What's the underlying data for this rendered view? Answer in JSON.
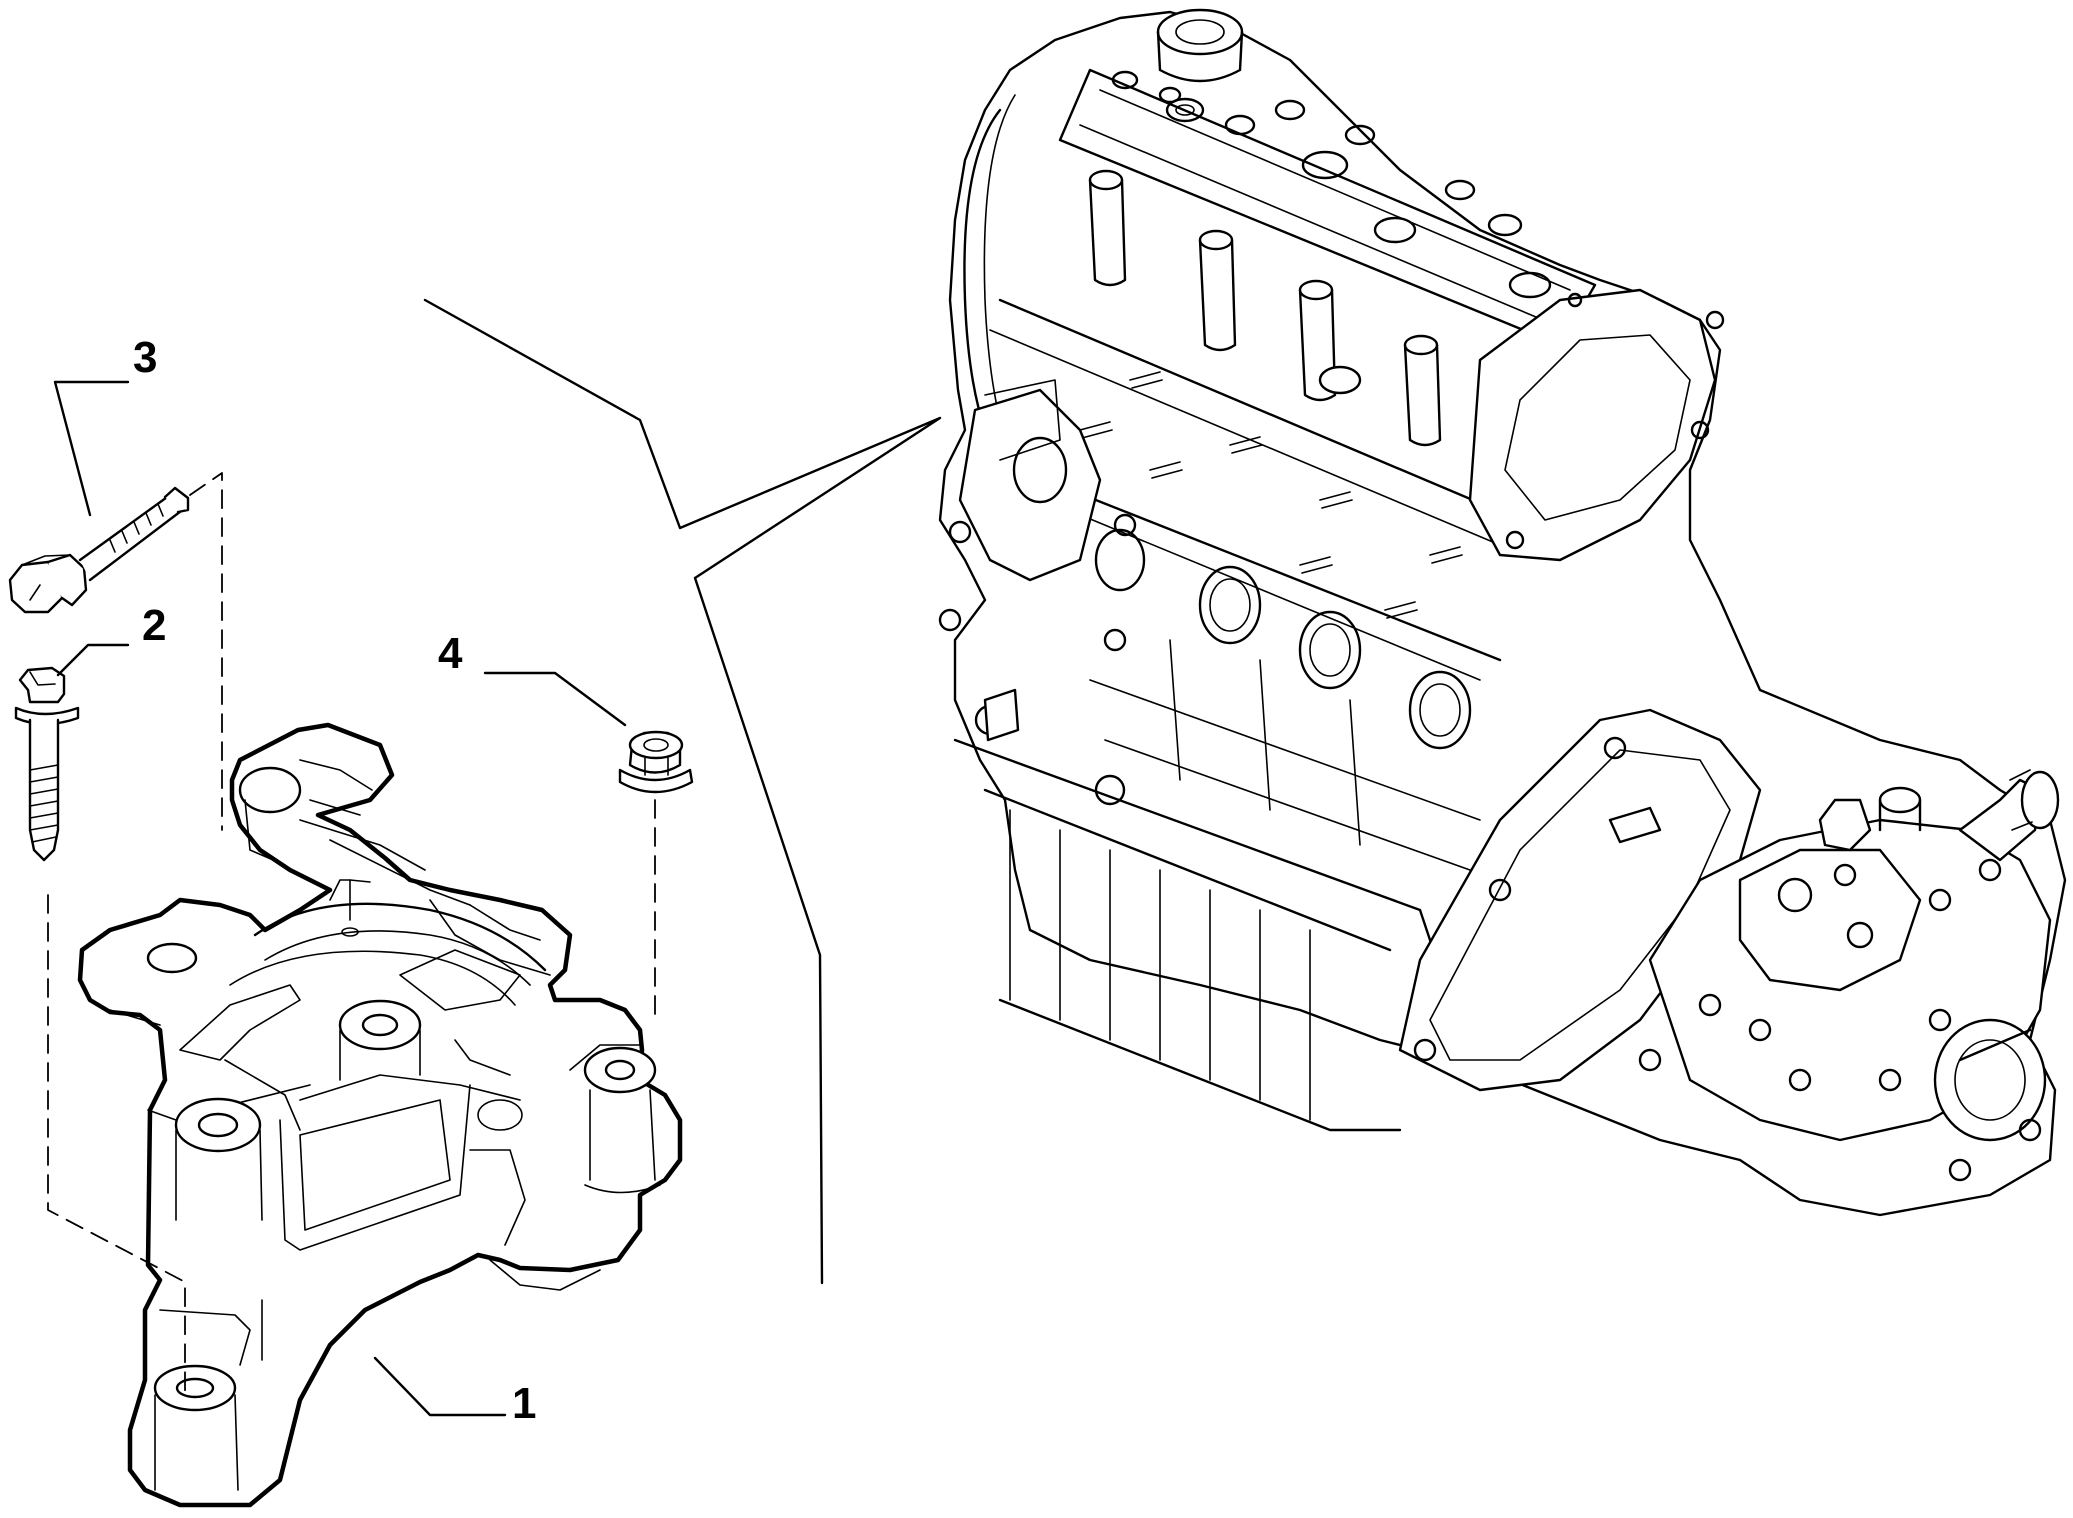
{
  "callouts": [
    {
      "number": "1",
      "part": "engine-mount-bracket"
    },
    {
      "number": "2",
      "part": "flange-bolt"
    },
    {
      "number": "3",
      "part": "long-bolt"
    },
    {
      "number": "4",
      "part": "flange-nut"
    }
  ],
  "colors": {
    "line": "#000000",
    "background": "#ffffff"
  }
}
